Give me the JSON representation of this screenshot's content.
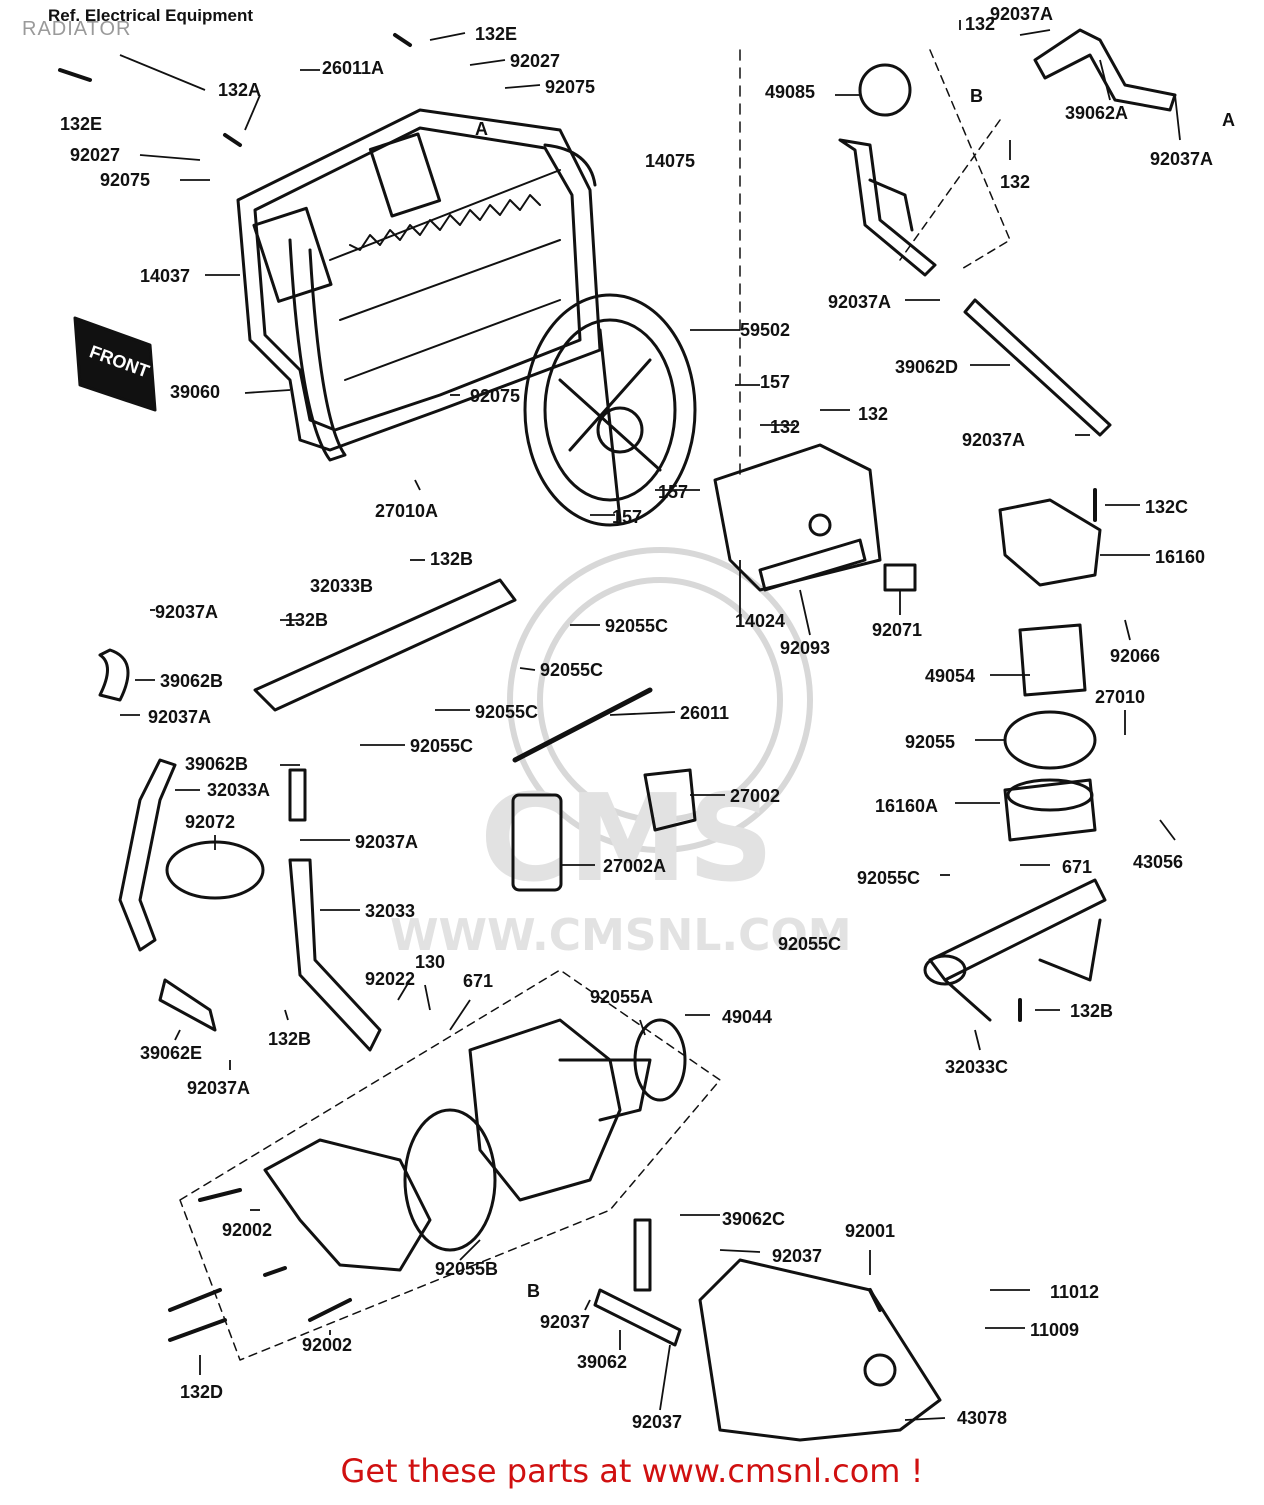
{
  "page": {
    "title": "RADIATOR",
    "reference": "Ref. Electrical Equipment",
    "footer": "Get these parts at www.cmsnl.com !"
  },
  "watermark": {
    "brand": "CMS",
    "url": "WWW.CMSNL.COM"
  },
  "front_tag": "FRONT",
  "part_labels": [
    "132E",
    "92027",
    "92075",
    "26011A",
    "132A",
    "132E",
    "92027",
    "92075",
    "14037",
    "39060",
    "92075",
    "27010A",
    "59502",
    "157",
    "132",
    "132",
    "157",
    "157",
    "14075",
    "132",
    "92037A",
    "49085",
    "39062A",
    "92037A",
    "132",
    "92037A",
    "39062D",
    "92037A",
    "132C",
    "16160",
    "14024",
    "92093",
    "92071",
    "92066",
    "49054",
    "27010",
    "92055",
    "16160A",
    "43056",
    "132B",
    "32033B",
    "92037A",
    "132B",
    "92055C",
    "92055C",
    "92055C",
    "26011",
    "92055C",
    "39062B",
    "92037A",
    "39062B",
    "32033A",
    "92072",
    "92037A",
    "27002",
    "27002A",
    "32033",
    "92055C",
    "671",
    "92055C",
    "32033C",
    "132B",
    "130",
    "92022",
    "671",
    "92055A",
    "49044",
    "132B",
    "39062E",
    "92037A",
    "92002",
    "92055B",
    "92002",
    "132D",
    "39062C",
    "92037",
    "92001",
    "11012",
    "11009",
    "92037",
    "39062",
    "92037",
    "43078"
  ],
  "reference_letters": [
    "A",
    "B",
    "A",
    "B"
  ],
  "colors": {
    "ink": "#111111",
    "footer": "#d01010",
    "title": "#9a9a9a",
    "watermark": "#d8d8d8"
  }
}
